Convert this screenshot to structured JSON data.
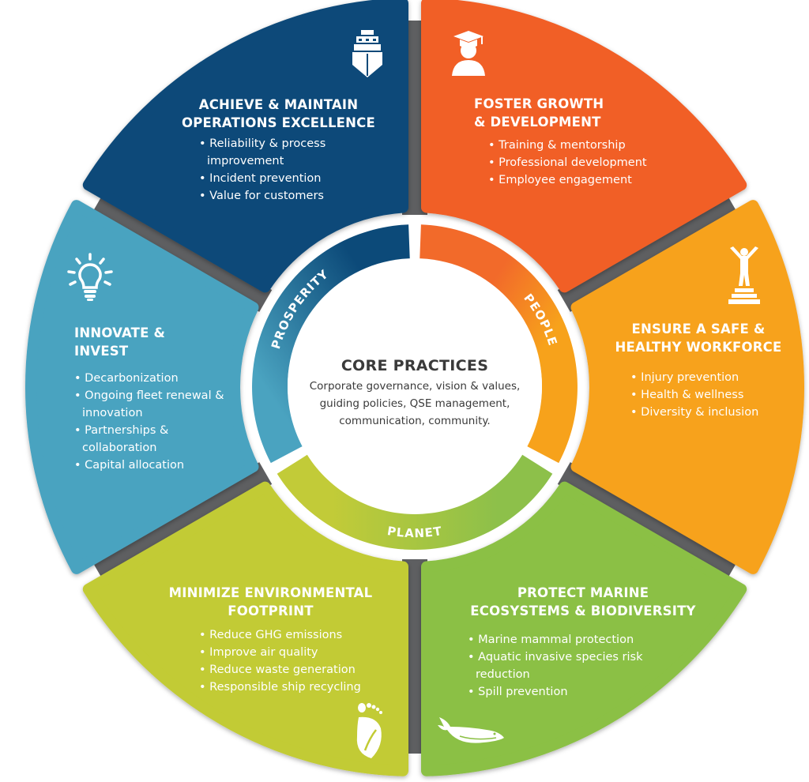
{
  "center": {
    "title": "CORE PRACTICES",
    "text": "Corporate governance, vision & values, guiding policies, QSE management, communication, community."
  },
  "ring": [
    {
      "label": "PROSPERITY",
      "color_a": "#4aa3c0",
      "color_b": "#0c4a79"
    },
    {
      "label": "PEOPLE",
      "color_a": "#f26a2a",
      "color_b": "#f7a21b"
    },
    {
      "label": "PLANET",
      "color_a": "#c2cb38",
      "color_b": "#8dc04a"
    }
  ],
  "segments": [
    {
      "title": [
        "ACHIEVE & MAINTAIN",
        "OPERATIONS EXCELLENCE"
      ],
      "bullets": [
        "Reliability & process improvement",
        "Incident prevention",
        "Value for customers"
      ],
      "icon": "ship-icon",
      "color": "#0c4a79"
    },
    {
      "title": [
        "FOSTER GROWTH",
        "& DEVELOPMENT"
      ],
      "bullets": [
        "Training & mentorship",
        "Professional development",
        "Employee engagement"
      ],
      "icon": "graduate-icon",
      "color": "#f15f26"
    },
    {
      "title": [
        "ENSURE A SAFE &",
        "HEALTHY WORKFORCE"
      ],
      "bullets": [
        "Injury prevention",
        "Health & wellness",
        "Diversity & inclusion"
      ],
      "icon": "podium-person-icon",
      "color": "#f7a21b"
    },
    {
      "title": [
        "PROTECT MARINE",
        "ECOSYSTEMS & BIODIVERSITY"
      ],
      "bullets": [
        "Marine mammal protection",
        "Aquatic invasive species risk reduction",
        "Spill prevention"
      ],
      "icon": "whale-icon",
      "color": "#8bc044"
    },
    {
      "title": [
        "MINIMIZE ENVIRONMENTAL",
        "FOOTPRINT"
      ],
      "bullets": [
        "Reduce GHG emissions",
        "Improve air quality",
        "Reduce waste generation",
        "Responsible ship recycling"
      ],
      "icon": "footprint-leaf-icon",
      "color": "#c2cb34"
    },
    {
      "title": [
        "INNOVATE &",
        "INVEST"
      ],
      "bullets": [
        "Decarbonization",
        "Ongoing fleet renewal & innovation",
        "Partnerships & collaboration",
        "Capital allocation"
      ],
      "icon": "lightbulb-icon",
      "color": "#49a3c0"
    }
  ],
  "connector_color": "#5e5f61"
}
